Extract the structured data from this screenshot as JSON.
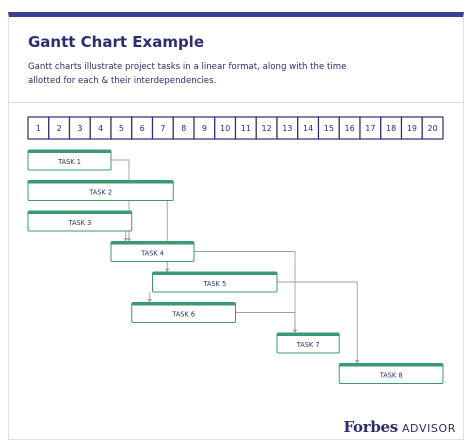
{
  "header": {
    "title": "Gantt Chart Example",
    "description": "Gantt charts illustrate project tasks in a linear format, along with the time allotted for each & their interdependencies."
  },
  "timeline": {
    "numbers": [
      "1",
      "2",
      "3",
      "4",
      "5",
      "6",
      "7",
      "8",
      "9",
      "10",
      "11",
      "12",
      "13",
      "14",
      "15",
      "16",
      "17",
      "18",
      "19",
      "20"
    ]
  },
  "tasks": [
    {
      "id": 1,
      "label": "TASK 1",
      "start": 1,
      "end": 4
    },
    {
      "id": 2,
      "label": "TASK 2",
      "start": 1,
      "end": 7
    },
    {
      "id": 3,
      "label": "TASK 3",
      "start": 1,
      "end": 5
    },
    {
      "id": 4,
      "label": "TASK 4",
      "start": 5,
      "end": 8
    },
    {
      "id": 5,
      "label": "TASK 5",
      "start": 7,
      "end": 12
    },
    {
      "id": 6,
      "label": "TASK 6",
      "start": 6,
      "end": 10
    },
    {
      "id": 7,
      "label": "TASK 7",
      "start": 13,
      "end": 15
    },
    {
      "id": 8,
      "label": "TASK 8",
      "start": 16,
      "end": 20
    }
  ],
  "dependencies": [
    {
      "from": 1,
      "to": 4
    },
    {
      "from": 2,
      "to": 5
    },
    {
      "from": 3,
      "to": 4
    },
    {
      "from": 4,
      "to": 7
    },
    {
      "from": 5,
      "to": 6
    },
    {
      "from": 5,
      "to": 8
    },
    {
      "from": 6,
      "to": 7
    }
  ],
  "colors": {
    "accent": "#3a9a74",
    "navy": "#2b2f6f",
    "connector": "#9aa0a8"
  },
  "footer": {
    "brand": "Forbes",
    "brand_suffix": "ADVISOR"
  }
}
